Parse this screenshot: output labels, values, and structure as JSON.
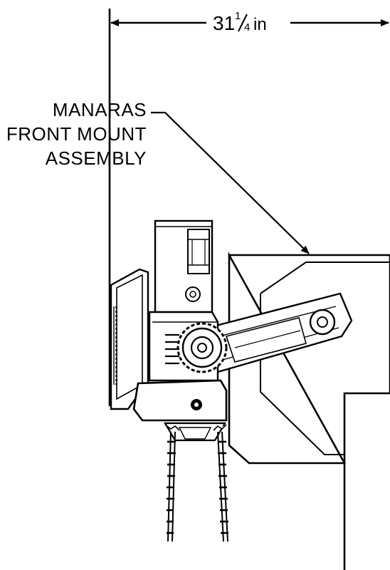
{
  "drawing": {
    "dimension": {
      "whole": "31",
      "num": "1",
      "den": "4",
      "unit": "in"
    },
    "callout": {
      "line1": "MANARAS",
      "line2": "FRONT MOUNT",
      "line3": "ASSEMBLY"
    }
  }
}
